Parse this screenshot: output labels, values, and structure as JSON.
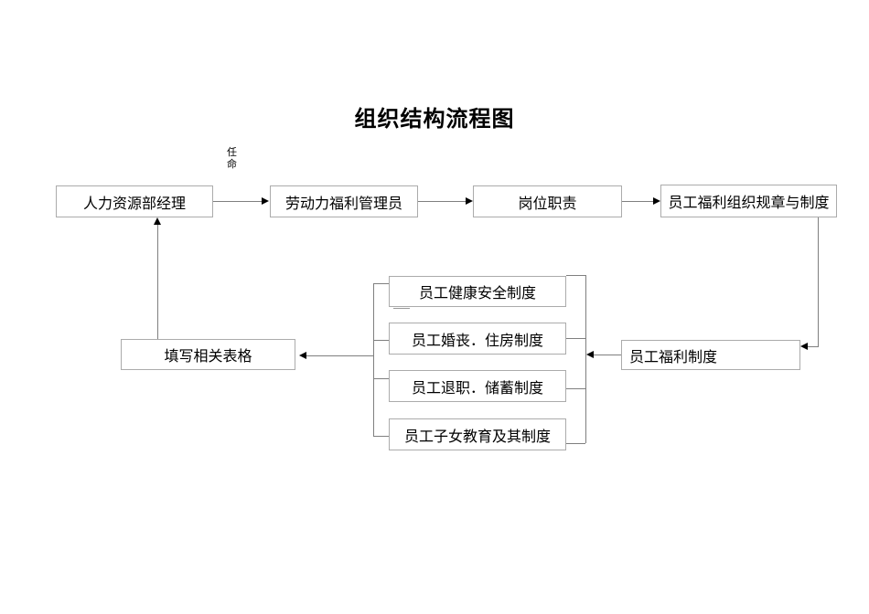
{
  "title": "组织结构流程图",
  "colors": {
    "background": "#ffffff",
    "box_border": "#ababab",
    "connector_line": "#7f7f7f",
    "arrowhead": "#000000",
    "text": "#000000"
  },
  "diagram": {
    "nodes": [
      {
        "id": "hr-manager",
        "label": "人力资源部经理"
      },
      {
        "id": "labor-welfare-admin",
        "label": "劳动力福利管理员"
      },
      {
        "id": "job-duties",
        "label": "岗位职责"
      },
      {
        "id": "welfare-org-rules",
        "label": "员工福利组织规章与制度"
      },
      {
        "id": "health-safety-system",
        "label": "员工健康安全制度"
      },
      {
        "id": "marriage-housing-system",
        "label": "员工婚丧．住房制度"
      },
      {
        "id": "retirement-savings-system",
        "label": "员工退职．储蓄制度"
      },
      {
        "id": "children-education-system",
        "label": "员工子女教育及其制度"
      },
      {
        "id": "fill-forms",
        "label": "填写相关表格"
      },
      {
        "id": "welfare-system",
        "label": "员工福利制度"
      }
    ],
    "edges": [
      {
        "from": "hr-manager",
        "to": "labor-welfare-admin",
        "label": "任命"
      },
      {
        "from": "labor-welfare-admin",
        "to": "job-duties",
        "label": ""
      },
      {
        "from": "job-duties",
        "to": "welfare-org-rules",
        "label": ""
      },
      {
        "from": "welfare-org-rules",
        "to": "welfare-system",
        "label": ""
      },
      {
        "from": "welfare-system",
        "to": "system-group",
        "label": ""
      },
      {
        "from": "system-group",
        "to": "fill-forms",
        "label": ""
      },
      {
        "from": "fill-forms",
        "to": "hr-manager",
        "label": ""
      }
    ],
    "edge_label": "任命",
    "group_members": [
      "员工健康安全制度",
      "员工婚丧．住房制度",
      "员工退职．储蓄制度",
      "员工子女教育及其制度"
    ]
  }
}
